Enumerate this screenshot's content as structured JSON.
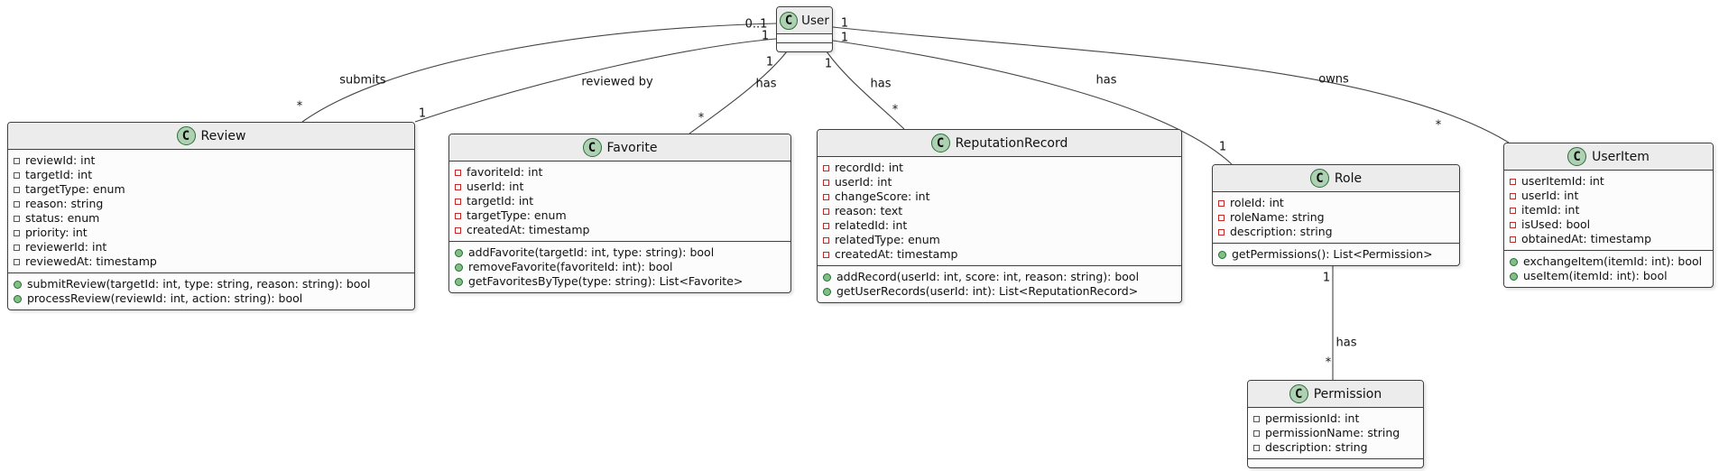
{
  "icons": {
    "class_letter": "C"
  },
  "colors": {
    "class_fill": "#FCFCFC",
    "header_fill": "#ECECEC",
    "border": "#3F3F3F",
    "icon_fill": "#ADD1B2",
    "icon_border": "#2F6B3C",
    "field_icon": "#C22A2A",
    "method_icon_fill": "#84BE84",
    "method_icon_border": "#1D6F33",
    "edge": "#454545"
  },
  "classes": {
    "user": {
      "name": "User",
      "attributes": [],
      "methods": []
    },
    "review": {
      "name": "Review",
      "attributes": [
        "reviewId: int",
        "targetId: int",
        "targetType: enum",
        "reason: string",
        "status: enum",
        "priority: int",
        "reviewerId: int",
        "reviewedAt: timestamp"
      ],
      "methods": [
        "submitReview(targetId: int, type: string, reason: string): bool",
        "processReview(reviewId: int, action: string): bool"
      ]
    },
    "favorite": {
      "name": "Favorite",
      "attributes": [
        "favoriteId: int",
        "userId: int",
        "targetId: int",
        "targetType: enum",
        "createdAt: timestamp"
      ],
      "methods": [
        "addFavorite(targetId: int, type: string): bool",
        "removeFavorite(favoriteId: int): bool",
        "getFavoritesByType(type: string): List<Favorite>"
      ]
    },
    "reputation_record": {
      "name": "ReputationRecord",
      "attributes": [
        "recordId: int",
        "userId: int",
        "changeScore: int",
        "reason: text",
        "relatedId: int",
        "relatedType: enum",
        "createdAt: timestamp"
      ],
      "methods": [
        "addRecord(userId: int, score: int, reason: string): bool",
        "getUserRecords(userId: int): List<ReputationRecord>"
      ]
    },
    "role": {
      "name": "Role",
      "attributes": [
        "roleId: int",
        "roleName: string",
        "description: string"
      ],
      "methods": [
        "getPermissions(): List<Permission>"
      ]
    },
    "user_item": {
      "name": "UserItem",
      "attributes": [
        "userItemId: int",
        "userId: int",
        "itemId: int",
        "isUsed: bool",
        "obtainedAt: timestamp"
      ],
      "methods": [
        "exchangeItem(itemId: int): bool",
        "useItem(itemId: int): bool"
      ]
    },
    "permission": {
      "name": "Permission",
      "attributes": [
        "permissionId: int",
        "permissionName: string",
        "description: string"
      ],
      "methods": []
    }
  },
  "edges": [
    {
      "from": "User",
      "to": "Review",
      "label": "submits",
      "user_mult": "0..1",
      "target_mult": "*"
    },
    {
      "from": "User",
      "to": "Review",
      "label": "reviewed by",
      "user_mult": "1",
      "target_mult": "1"
    },
    {
      "from": "User",
      "to": "Favorite",
      "label": "has",
      "user_mult": "1",
      "target_mult": "*"
    },
    {
      "from": "User",
      "to": "ReputationRecord",
      "label": "has",
      "user_mult": "1",
      "target_mult": "*"
    },
    {
      "from": "User",
      "to": "Role",
      "label": "has",
      "user_mult": "1",
      "target_mult": "1"
    },
    {
      "from": "User",
      "to": "UserItem",
      "label": "owns",
      "user_mult": "1",
      "target_mult": "*"
    },
    {
      "from": "Role",
      "to": "Permission",
      "label": "has",
      "user_mult": "1",
      "target_mult": "*"
    }
  ]
}
